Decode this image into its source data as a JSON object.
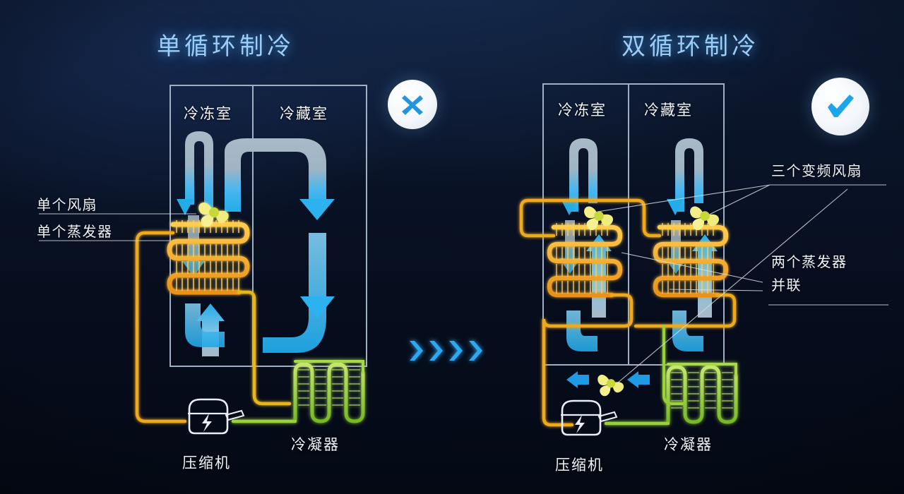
{
  "titles": {
    "left": "单循环制冷",
    "right": "双循环制冷"
  },
  "badges": {
    "left": {
      "icon": "cross-icon",
      "meaning": "不推荐"
    },
    "right": {
      "icon": "check-icon",
      "meaning": "推荐"
    }
  },
  "left_system": {
    "rooms": [
      {
        "name": "冷冻室"
      },
      {
        "name": "冷藏室"
      }
    ],
    "callouts": [
      {
        "text": "单个风扇"
      },
      {
        "text": "单个蒸发器"
      }
    ],
    "parts": [
      {
        "text": "压缩机"
      },
      {
        "text": "冷凝器"
      }
    ],
    "fan_count": 1,
    "evaporator_count": 1
  },
  "right_system": {
    "rooms": [
      {
        "name": "冷冻室"
      },
      {
        "name": "冷藏室"
      }
    ],
    "callouts": [
      {
        "text": "三个变频风扇"
      },
      {
        "text": "两个蒸发器"
      },
      {
        "text": "并联"
      }
    ],
    "parts": [
      {
        "text": "压缩机"
      },
      {
        "text": "冷凝器"
      }
    ],
    "fan_count": 3,
    "evaporator_count": 2
  },
  "transition": {
    "icon": "chevron-right-icon",
    "count": 4
  },
  "colors": {
    "background_top": "#0d1a33",
    "background_bottom": "#040914",
    "title": "#9dcdf5",
    "accent_blue": "#29a9e8",
    "airflow_cool": "#2bb2ef",
    "airflow_warm": "#9fb0bd",
    "evaporator": "#f5a623",
    "evaporator_bright": "#ffc340",
    "condenser": "#9ad13a",
    "fan": "#f2ee7a",
    "cabinet_outline": "#9fb0c4",
    "label_text": "#f0f4f9",
    "badge_face": "#ffffff"
  }
}
